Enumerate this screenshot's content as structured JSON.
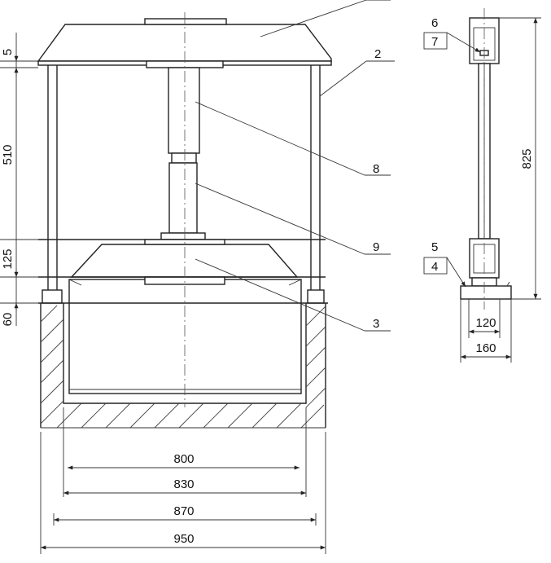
{
  "callouts": {
    "c2": "2",
    "c3": "3",
    "c4": "4",
    "c5": "5",
    "c6": "6",
    "c7": "7",
    "c8": "8",
    "c9": "9"
  },
  "dimensions": {
    "d5": "5",
    "d510": "510",
    "d125": "125",
    "d60": "60",
    "d800": "800",
    "d830": "830",
    "d870": "870",
    "d950": "950",
    "d825": "825",
    "d120": "120",
    "d160": "160"
  }
}
